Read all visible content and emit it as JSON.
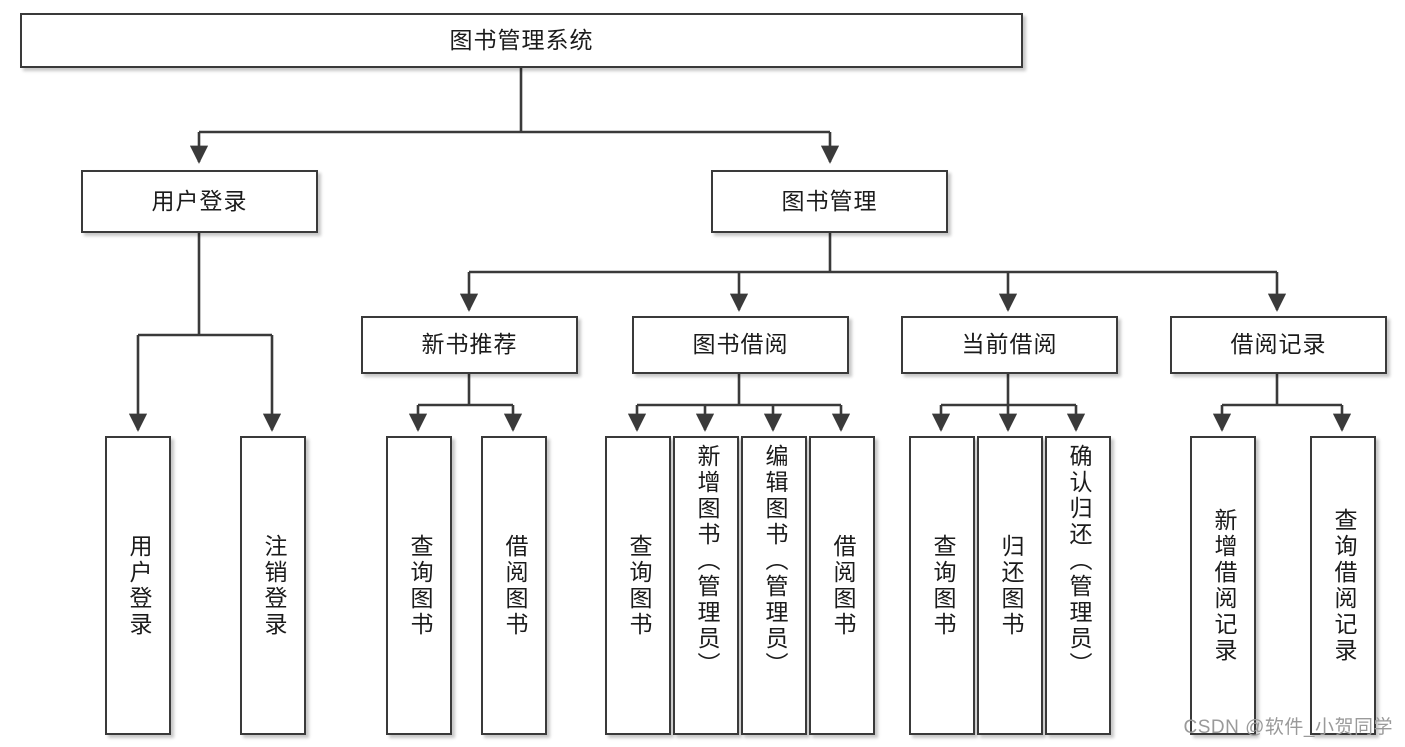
{
  "diagram": {
    "title": "图书管理系统",
    "root": {
      "id": "root",
      "label": "图书管理系统"
    },
    "level2": [
      {
        "id": "user-login",
        "label": "用户登录"
      },
      {
        "id": "book-manage",
        "label": "图书管理"
      }
    ],
    "level3": [
      {
        "id": "new-book-recommend",
        "label": "新书推荐"
      },
      {
        "id": "book-borrow",
        "label": "图书借阅"
      },
      {
        "id": "current-borrow",
        "label": "当前借阅"
      },
      {
        "id": "borrow-record",
        "label": "借阅记录"
      }
    ],
    "leaves": {
      "user_login": [
        {
          "id": "leaf-user-login",
          "label": "用户登录"
        },
        {
          "id": "leaf-logout",
          "label": "注销登录"
        }
      ],
      "new_book_recommend": [
        {
          "id": "leaf-query-book-1",
          "label": "查询图书"
        },
        {
          "id": "leaf-borrow-book-1",
          "label": "借阅图书"
        }
      ],
      "book_borrow": [
        {
          "id": "leaf-query-book-2",
          "label": "查询图书"
        },
        {
          "id": "leaf-add-book",
          "label": "新增图书（管理员）"
        },
        {
          "id": "leaf-edit-book",
          "label": "编辑图书（管理员）"
        },
        {
          "id": "leaf-borrow-book-2",
          "label": "借阅图书"
        }
      ],
      "current_borrow": [
        {
          "id": "leaf-query-book-3",
          "label": "查询图书"
        },
        {
          "id": "leaf-return-book",
          "label": "归还图书"
        },
        {
          "id": "leaf-confirm-return",
          "label": "确认归还（管理员）"
        }
      ],
      "borrow_record": [
        {
          "id": "leaf-add-record",
          "label": "新增借阅记录"
        },
        {
          "id": "leaf-query-record",
          "label": "查询借阅记录"
        }
      ]
    },
    "colors": {
      "stroke": "#3a3a3a",
      "text": "#1b1b1b",
      "background": "#ffffff",
      "watermark": "#9a9a9a"
    }
  },
  "watermark": {
    "text": "CSDN @软件_小贺同学"
  }
}
